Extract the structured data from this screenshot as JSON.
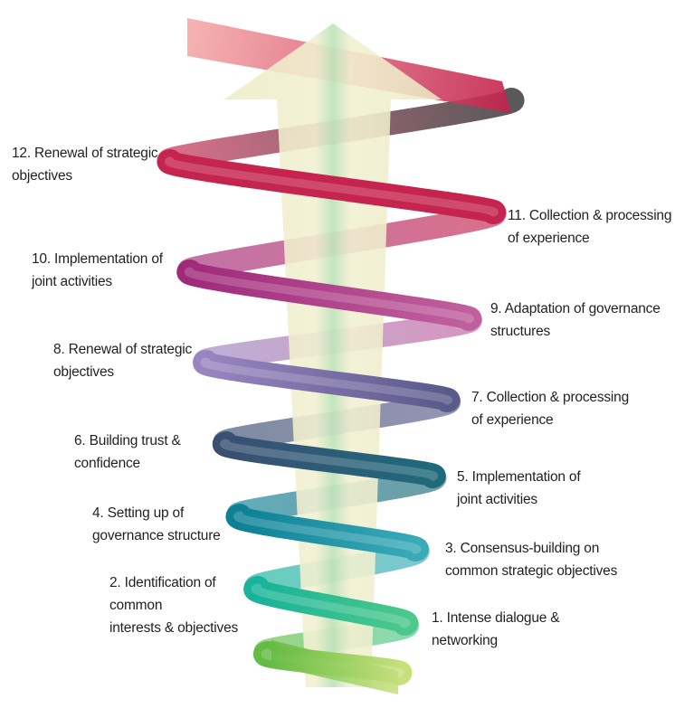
{
  "steps": [
    {
      "lines": [
        "1. Intense dialogue &",
        "networking"
      ],
      "color": "#66bb44"
    },
    {
      "lines": [
        "2. Identification of",
        "common",
        "interests & objectives"
      ],
      "color": "#4cc88a"
    },
    {
      "lines": [
        "3. Consensus-building on",
        "common strategic objectives"
      ],
      "color": "#17b39a"
    },
    {
      "lines": [
        "4. Setting up of",
        "governance structure"
      ],
      "color": "#3aaab8"
    },
    {
      "lines": [
        "5. Implementation of",
        "joint activities"
      ],
      "color": "#0d8095"
    },
    {
      "lines": [
        "6. Building trust &",
        "confidence"
      ],
      "color": "#1f6a7a"
    },
    {
      "lines": [
        "7. Collection & processing",
        "of experience"
      ],
      "color": "#3a4f72"
    },
    {
      "lines": [
        "8. Renewal of strategic",
        "objectives"
      ],
      "color": "#5a5a8a"
    },
    {
      "lines": [
        "9. Adaptation of governance",
        "structures"
      ],
      "color": "#9a84c0"
    },
    {
      "lines": [
        "10. Implementation of",
        "joint activities"
      ],
      "color": "#c0609e"
    },
    {
      "lines": [
        "11. Collection & processing",
        "of experience"
      ],
      "color": "#a02a7a"
    },
    {
      "lines": [
        "12. Renewal of strategic",
        "objectives"
      ],
      "color": "#c4244e"
    }
  ],
  "colors": {
    "arrow_fill": "#ecebc4",
    "arrow_center_glow": "#b9e0b4",
    "ribbon_end_top": "#f5a9a9",
    "ribbon_end_bottom": "#c6e07a"
  }
}
